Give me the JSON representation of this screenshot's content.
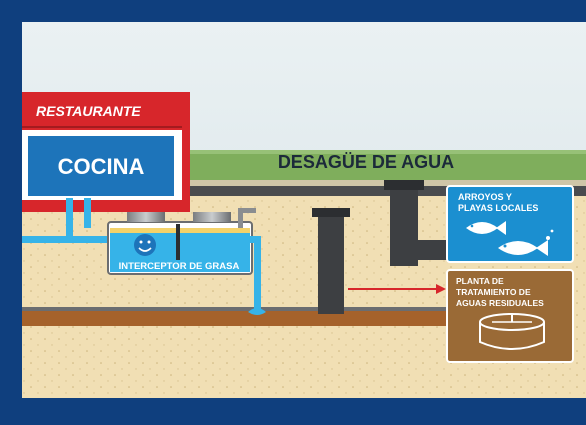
{
  "restaurant": {
    "sign": "RESTAURANTE",
    "kitchen": "COCINA"
  },
  "drain": {
    "label": "DESAGÜE DE AGUA"
  },
  "interceptor": {
    "label": "INTERCEPTOR DE GRASA"
  },
  "streams": {
    "line1": "ARROYOS Y",
    "line2": "PLAYAS LOCALES"
  },
  "treatment": {
    "line1": "PLANTA DE",
    "line2": "TRATAMIENTO DE",
    "line3": "AGUAS RESIDUALES"
  },
  "colors": {
    "frame": "#0f3f7e",
    "sky": "#dfe9ec",
    "grass": "#7fae5c",
    "soil": "#f1dfb4",
    "pipe": "#3d3f42",
    "restaurant_red": "#d7262b",
    "kitchen_blue": "#1d74ba",
    "water_blue": "#36b3e8",
    "streams_box": "#1b8fd0",
    "treatment_box": "#9a6a36",
    "arrow": "#d7262b"
  }
}
